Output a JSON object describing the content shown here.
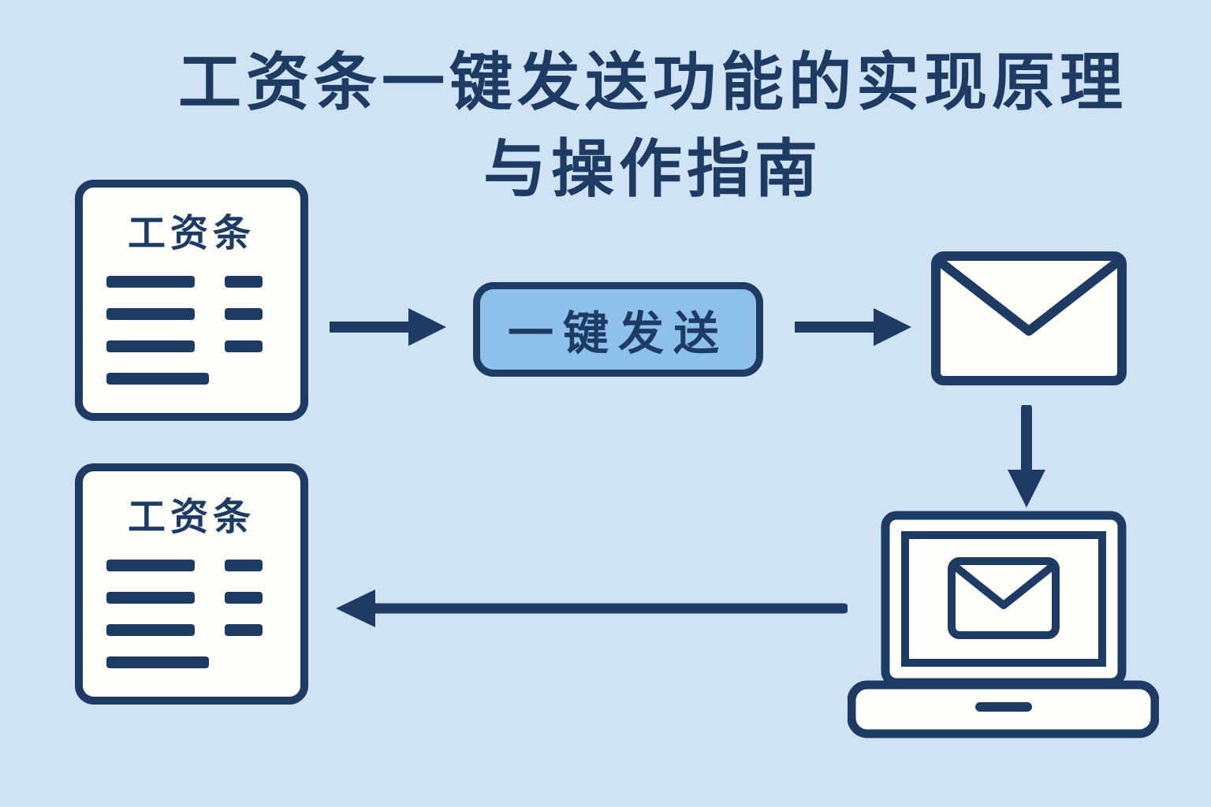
{
  "title": {
    "line1": "工资条一键发送功能的实现原理",
    "line2": "与操作指南"
  },
  "documents": [
    {
      "label": "工资条"
    },
    {
      "label": "工资条"
    }
  ],
  "button": {
    "label": "一键发送"
  },
  "icons": {
    "flow": [
      "arrow-right-icon",
      "envelope-icon",
      "arrow-down-icon",
      "laptop-icon",
      "arrow-left-icon"
    ]
  },
  "colors": {
    "background": "#cfe3f4",
    "navy": "#1d3b63",
    "button_fill": "#8dc0ea",
    "card_fill": "#fefefb"
  }
}
